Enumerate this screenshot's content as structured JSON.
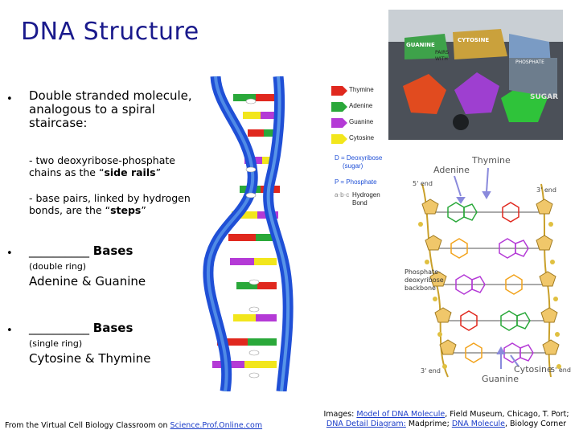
{
  "slide": {
    "title": "DNA Structure",
    "bullets": [
      {
        "text": "Double stranded molecule, analogous to a spiral staircase:",
        "subs": [
          {
            "pre": "- two deoxyribose-phosphate chains as the “",
            "bold": "side rails",
            "post": "”"
          },
          {
            "pre": "- base pairs, linked by hydrogen bonds, are the “",
            "bold": "steps",
            "post": "”"
          }
        ]
      },
      {
        "blank": "__________",
        "label": "Bases",
        "note": "(double ring)",
        "examples": "Adenine & Guanine"
      },
      {
        "blank": "__________",
        "label": "Bases",
        "note": "(single ring)",
        "examples": "Cytosine & Thymine"
      }
    ]
  },
  "legend": {
    "items": [
      {
        "label": "Thymine",
        "color": "#e0281e"
      },
      {
        "label": "Adenine",
        "color": "#2aa83a"
      },
      {
        "label": "Guanine",
        "color": "#b43ad6"
      },
      {
        "label": "Cytosine",
        "color": "#f2e61c"
      }
    ],
    "d_label": "D = Deoxyribose",
    "d_sub": "(sugar)",
    "p_label": "P = Phosphate",
    "h_label": "Hydrogen",
    "h_sub": "Bond"
  },
  "photo": {
    "labels": [
      "GUANINE",
      "CYTOSINE",
      "PAIRS",
      "WITH",
      "PHOSPHATE",
      "SUGAR"
    ]
  },
  "diagram": {
    "labels": {
      "thymine": "Thymine",
      "adenine": "Adenine",
      "five_end_top": "5' end",
      "three_end_top": "3' end",
      "backbone": "Phosphate-deoxyribose backbone",
      "three_end_bottom": "3' end",
      "five_end_bottom": "5' end",
      "cytosine": "Cytosine",
      "guanine": "Guanine"
    }
  },
  "footer": {
    "left_prefix": "From the  Virtual Cell Biology Classroom on ",
    "left_link": "Science.Prof.Online.com",
    "right_prefix": "Images: ",
    "right_link1": "Model of DNA Molecule",
    "right_mid1": ", Field Museum, Chicago, T. Port; ",
    "right_link2": "DNA Detail Diagram:",
    "right_mid2": " Madprime; ",
    "right_link3": "DNA Molecule",
    "right_suffix": ", Biology Corner"
  },
  "colors": {
    "title": "#1a1a8c",
    "backbone_blue": "#1f4fd6",
    "backbone_light": "#6fb2f0",
    "thymine": "#e0281e",
    "adenine": "#2aa83a",
    "guanine": "#b43ad6",
    "cytosine": "#f2e61c"
  }
}
